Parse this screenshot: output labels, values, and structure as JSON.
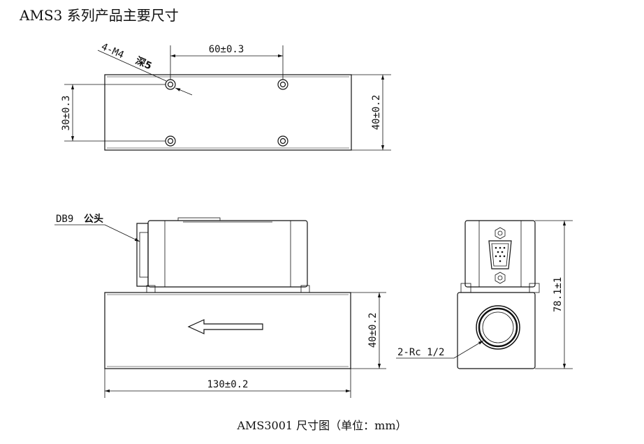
{
  "title": "AMS3 系列产品主要尺寸",
  "caption": "AMS3001 尺寸图（单位：mm）",
  "top_view": {
    "hole_label": "4-M4",
    "depth_label": "深5",
    "dim_hole_spacing_x": "60±0.3",
    "dim_hole_spacing_y": "30±0.3",
    "dim_width": "40±0.2"
  },
  "front_view": {
    "connector_label": "DB9",
    "connector_type": "公头",
    "dim_height": "40±0.2",
    "dim_length": "130±0.2"
  },
  "side_view": {
    "port_label": "2-Rc 1/2",
    "dim_total_height": "78.1±1"
  }
}
